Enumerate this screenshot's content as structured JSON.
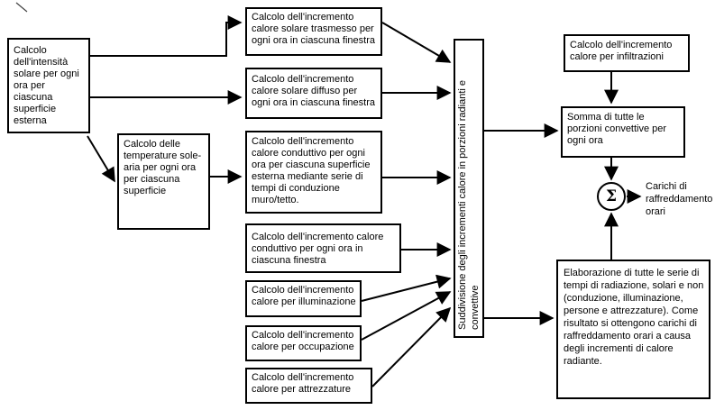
{
  "canvas": {
    "background": "#ffffff",
    "line_color": "#000000"
  },
  "nodes": {
    "solar_intensity": {
      "label": "Calcolo dell'intensità solare per ogni ora per ciascuna superficie esterna"
    },
    "sol_air_temperature": {
      "label": "Calcolo delle temperature sole-aria per ogni ora per ciascuna superficie"
    },
    "transmitted_solar": {
      "label": "Calcolo dell'incremento calore solare trasmesso per ogni ora in ciascuna finestra"
    },
    "diffuse_solar": {
      "label": "Calcolo dell'incremento calore solare diffuso per ogni ora in ciascuna finestra"
    },
    "conductive_surface": {
      "label": "Calcolo dell'incremento calore conduttivo per ogni ora per ciascuna superficie esterna mediante serie di tempi di conduzione muro/tetto."
    },
    "conductive_window": {
      "label": "Calcolo dell'incremento calore conduttivo per ogni ora in ciascuna finestra"
    },
    "lighting": {
      "label": "Calcolo dell'incremento calore per illuminazione"
    },
    "occupancy": {
      "label": "Calcolo dell'incremento calore per occupazione"
    },
    "equipment": {
      "label": "Calcolo dell'incremento calore per attrezzature"
    },
    "subdivision": {
      "label": "Suddivisione degli incrementi calore in porzioni radianti e convettive"
    },
    "infiltration": {
      "label": "Calcolo dell'incremento calore per infiltrazioni"
    },
    "sum_convective": {
      "label": "Somma di tutte le porzioni convettive per ogni ora"
    },
    "radiant_processing": {
      "label": "Elaborazione di tutte le serie di tempi di radiazione, solari e non (conduzione, illuminazione, persone e attrezzature). Come risultato si ottengono carichi di raffreddamento orari a causa degli incrementi di calore radiante."
    }
  },
  "summation": {
    "symbol": "Σ"
  },
  "output": {
    "label": "Carichi di raffreddamento orari"
  }
}
